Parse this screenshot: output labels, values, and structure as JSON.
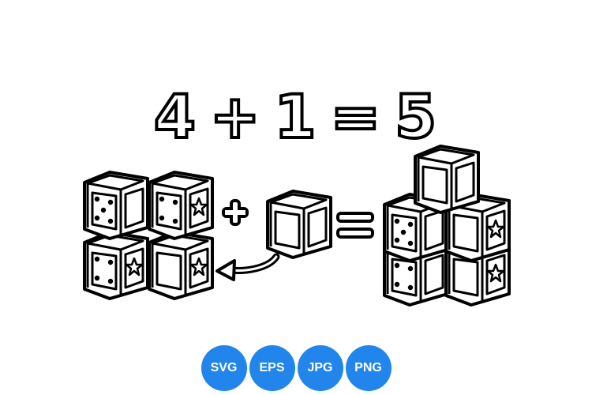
{
  "equation": {
    "a": "4",
    "op": "+",
    "b": "1",
    "eq": "=",
    "result": "5"
  },
  "illustration": {
    "plus_sign": "+",
    "equals_sign": "=",
    "left_group_cubes": 4,
    "single_cube": 1,
    "right_group_cubes": 5,
    "stroke_color": "#000000",
    "fill_color": "#ffffff"
  },
  "formats": [
    "SVG",
    "EPS",
    "JPG",
    "PNG"
  ],
  "badge_color": "#2185ec"
}
